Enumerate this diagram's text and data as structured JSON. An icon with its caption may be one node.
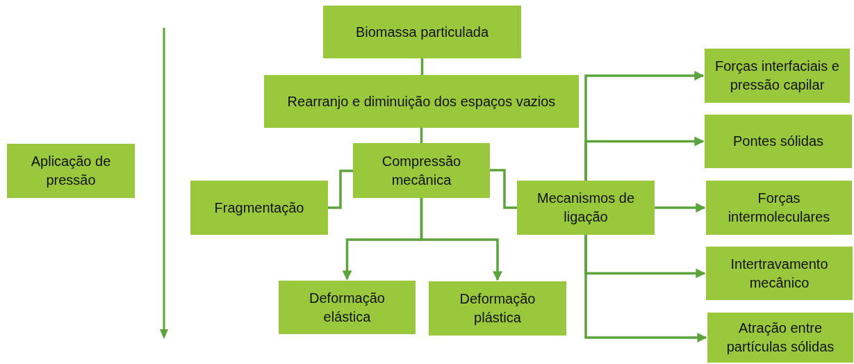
{
  "diagram": {
    "nodes": [
      {
        "text": [
          "Aplicação de pressão"
        ]
      },
      {
        "text": [
          "Biomassa particulada"
        ]
      },
      {
        "text": [
          "Rearranjo e diminuição dos espaços vazios"
        ]
      },
      {
        "text": [
          "Compressão mecânica"
        ]
      },
      {
        "text": [
          "Fragmentação"
        ]
      },
      {
        "text": [
          "Mecanismos de ligação"
        ]
      },
      {
        "text": [
          "Deformação elástica"
        ]
      },
      {
        "text": [
          "Deformação plástica"
        ]
      },
      {
        "text": [
          "Forças interfaciais e pressão capilar"
        ]
      },
      {
        "text": [
          "Pontes sólidas"
        ]
      },
      {
        "text": [
          "Forças intermoleculares"
        ]
      },
      {
        "text": [
          "Intertravamento mecânico"
        ]
      },
      {
        "text": [
          "Atração entre partículas sólidas"
        ]
      }
    ],
    "edges": [
      {
        "from": 1,
        "to": 2,
        "arrow": "none"
      },
      {
        "from": 2,
        "to": 3,
        "arrow": "none"
      },
      {
        "from": 3,
        "to": 4,
        "arrow": "none"
      },
      {
        "from": 3,
        "to": 5,
        "arrow": "none"
      },
      {
        "from": 3,
        "to": 6,
        "arrow": "to"
      },
      {
        "from": 3,
        "to": 7,
        "arrow": "to"
      },
      {
        "from": 5,
        "to": 8,
        "arrow": "to"
      },
      {
        "from": 5,
        "to": 9,
        "arrow": "to"
      },
      {
        "from": 5,
        "to": 10,
        "arrow": "to"
      },
      {
        "from": 5,
        "to": 11,
        "arrow": "to"
      },
      {
        "from": 5,
        "to": 12,
        "arrow": "to"
      }
    ]
  }
}
